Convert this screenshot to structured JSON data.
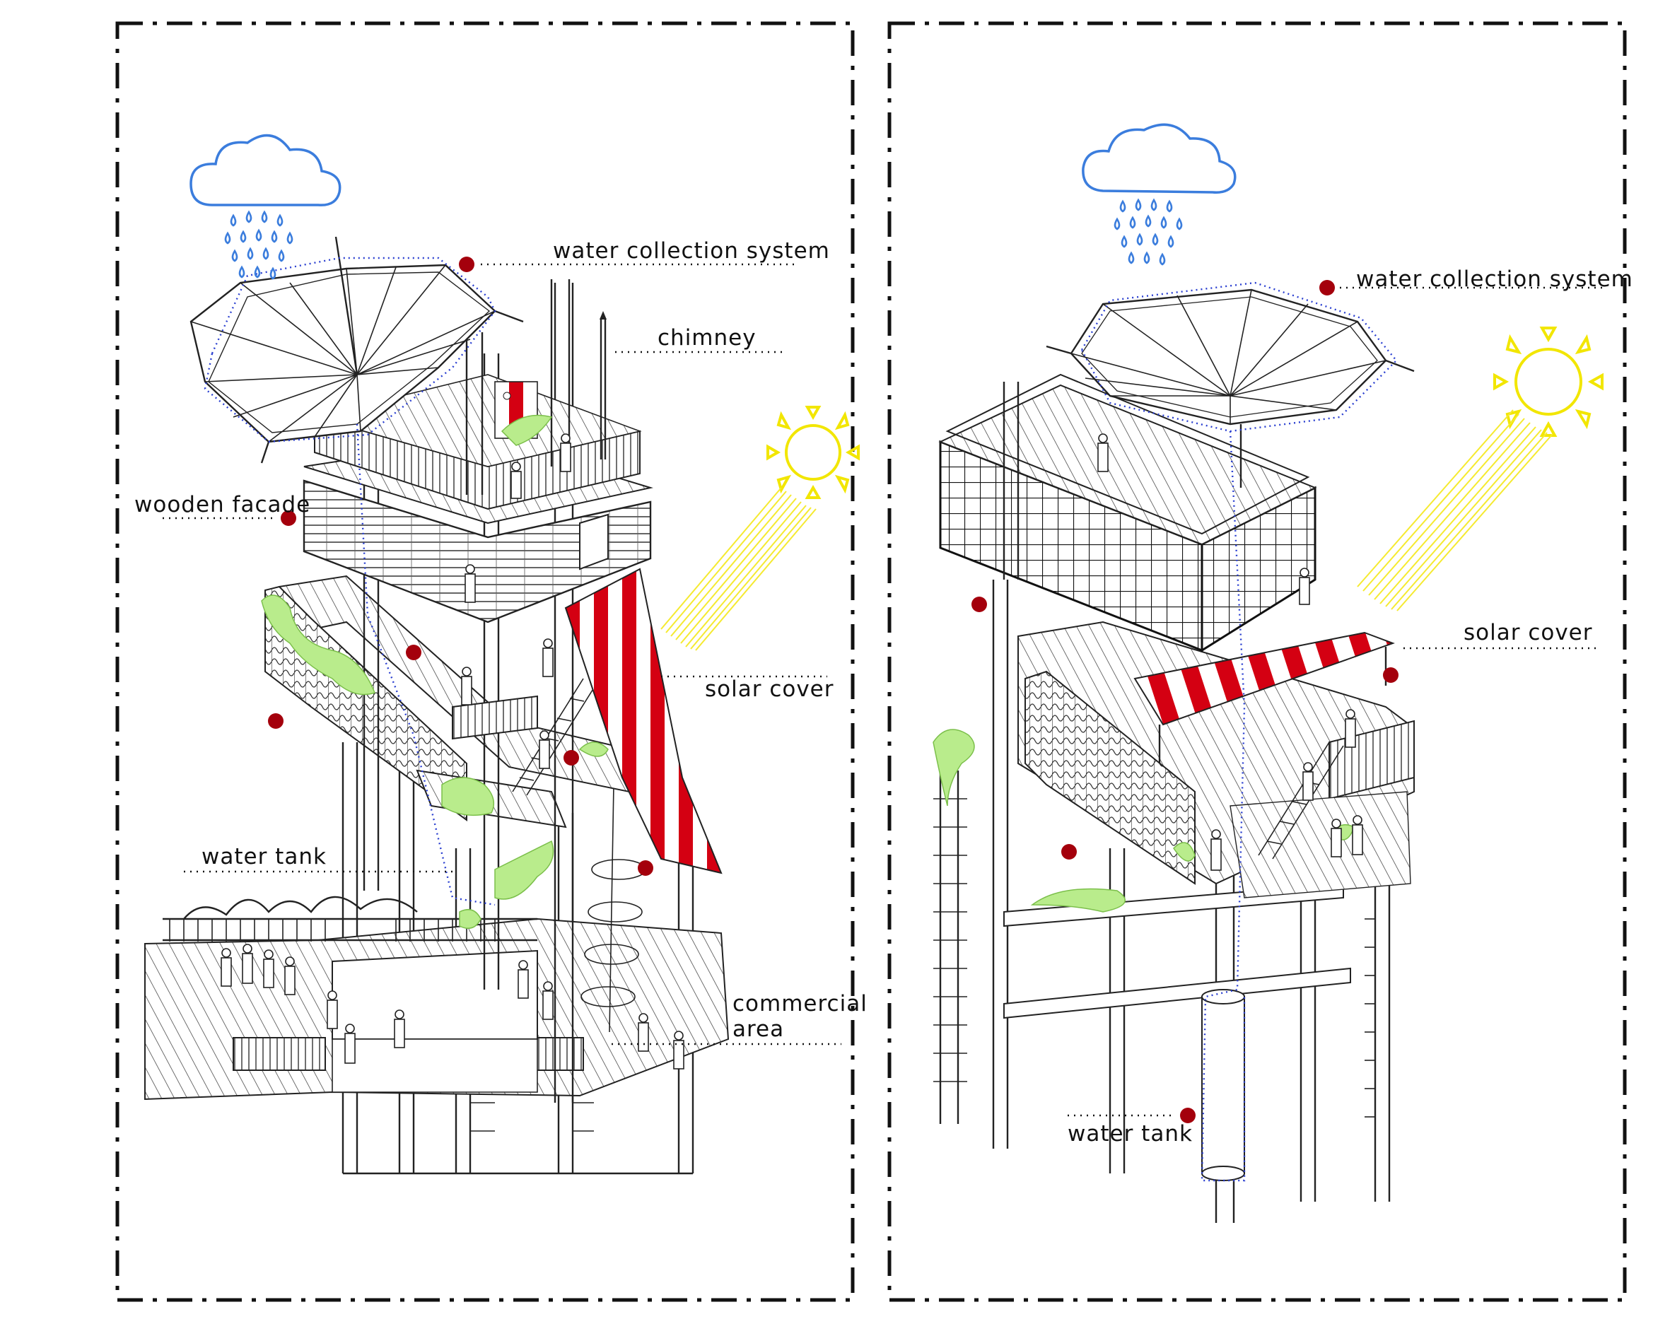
{
  "left_panel": {
    "labels": {
      "water_collection": "water collection system",
      "chimney": "chimney",
      "wooden_facade": "wooden facade",
      "solar_cover": "solar cover",
      "water_tank": "water tank",
      "commercial_1": "commercial",
      "commercial_2": "area"
    }
  },
  "right_panel": {
    "labels": {
      "water_collection": "water collection system",
      "solar_cover": "solar cover",
      "water_tank": "water tank"
    }
  },
  "colors": {
    "frame": "#111111",
    "rain": "#3b7ddd",
    "sun": "#f2e600",
    "solar_cover": "#d40012",
    "vegetation": "#b9ec8c",
    "marker": "#a4000c",
    "water_path": "#2a3fd0"
  },
  "icons": [
    "rain-cloud-icon",
    "sun-icon"
  ]
}
